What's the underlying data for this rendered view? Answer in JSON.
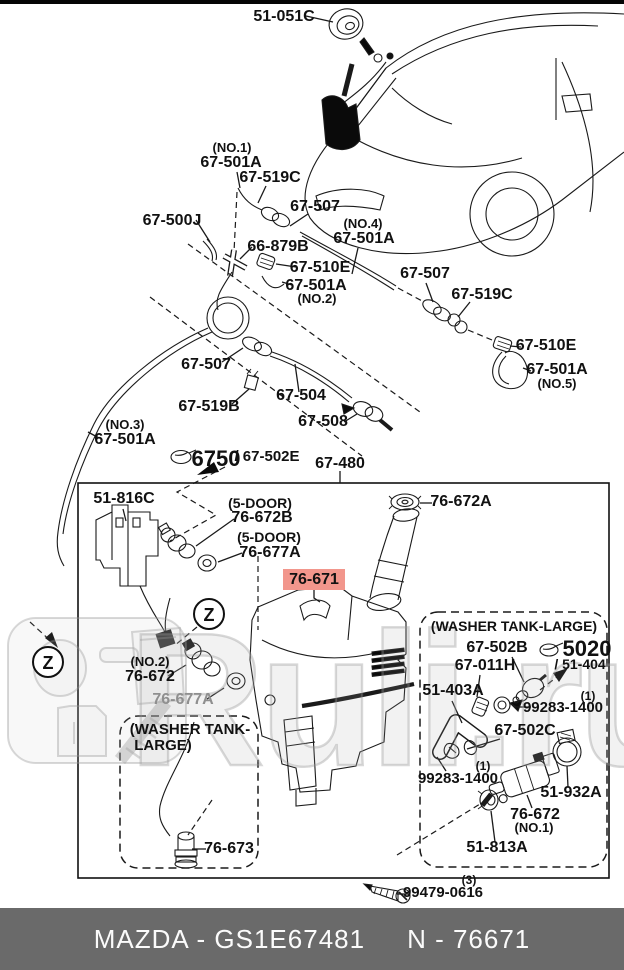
{
  "footer": {
    "left": "MAZDA - GS1E67481",
    "right": "N - 76671",
    "bg_color": "#6a6a6a"
  },
  "watermark": {
    "text": "Ruli.ru",
    "marker_letter": "Z"
  },
  "highlight": {
    "bg_color": "#f2968c",
    "text_color": "#8b1f1f"
  },
  "labels": [
    "51-051C",
    "(NO.1)",
    "67-501A",
    "67-519C",
    "67-507",
    "(NO.4)",
    "67-501A",
    "67-500J",
    "66-879B",
    "67-510E",
    "67-501A",
    "(NO.2)",
    "67-507",
    "67-519C",
    "67-510E",
    "67-501A",
    "(NO.5)",
    "67-507",
    "67-519B",
    "67-504",
    "67-508",
    "(NO.3)",
    "67-501A",
    "6750",
    "/ 67-502E",
    "67-480",
    "51-816C",
    "(5-DOOR)",
    "76-672B",
    "(5-DOOR)",
    "76-677A",
    "76-671",
    "76-672A",
    "(WASHER TANK-LARGE)",
    "67-502B",
    "5020",
    "/ 51-404",
    "67-011H",
    "51-403A",
    "(1)",
    "99283-1400",
    "67-502C",
    "(1)",
    "99283-1400",
    "51-932A",
    "76-672",
    "(NO.1)",
    "51-813A",
    "(NO.2)",
    "76-672",
    "76-677A",
    "(WASHER TANK-",
    "LARGE)",
    "76-673",
    "(3)",
    "99479-0616"
  ]
}
